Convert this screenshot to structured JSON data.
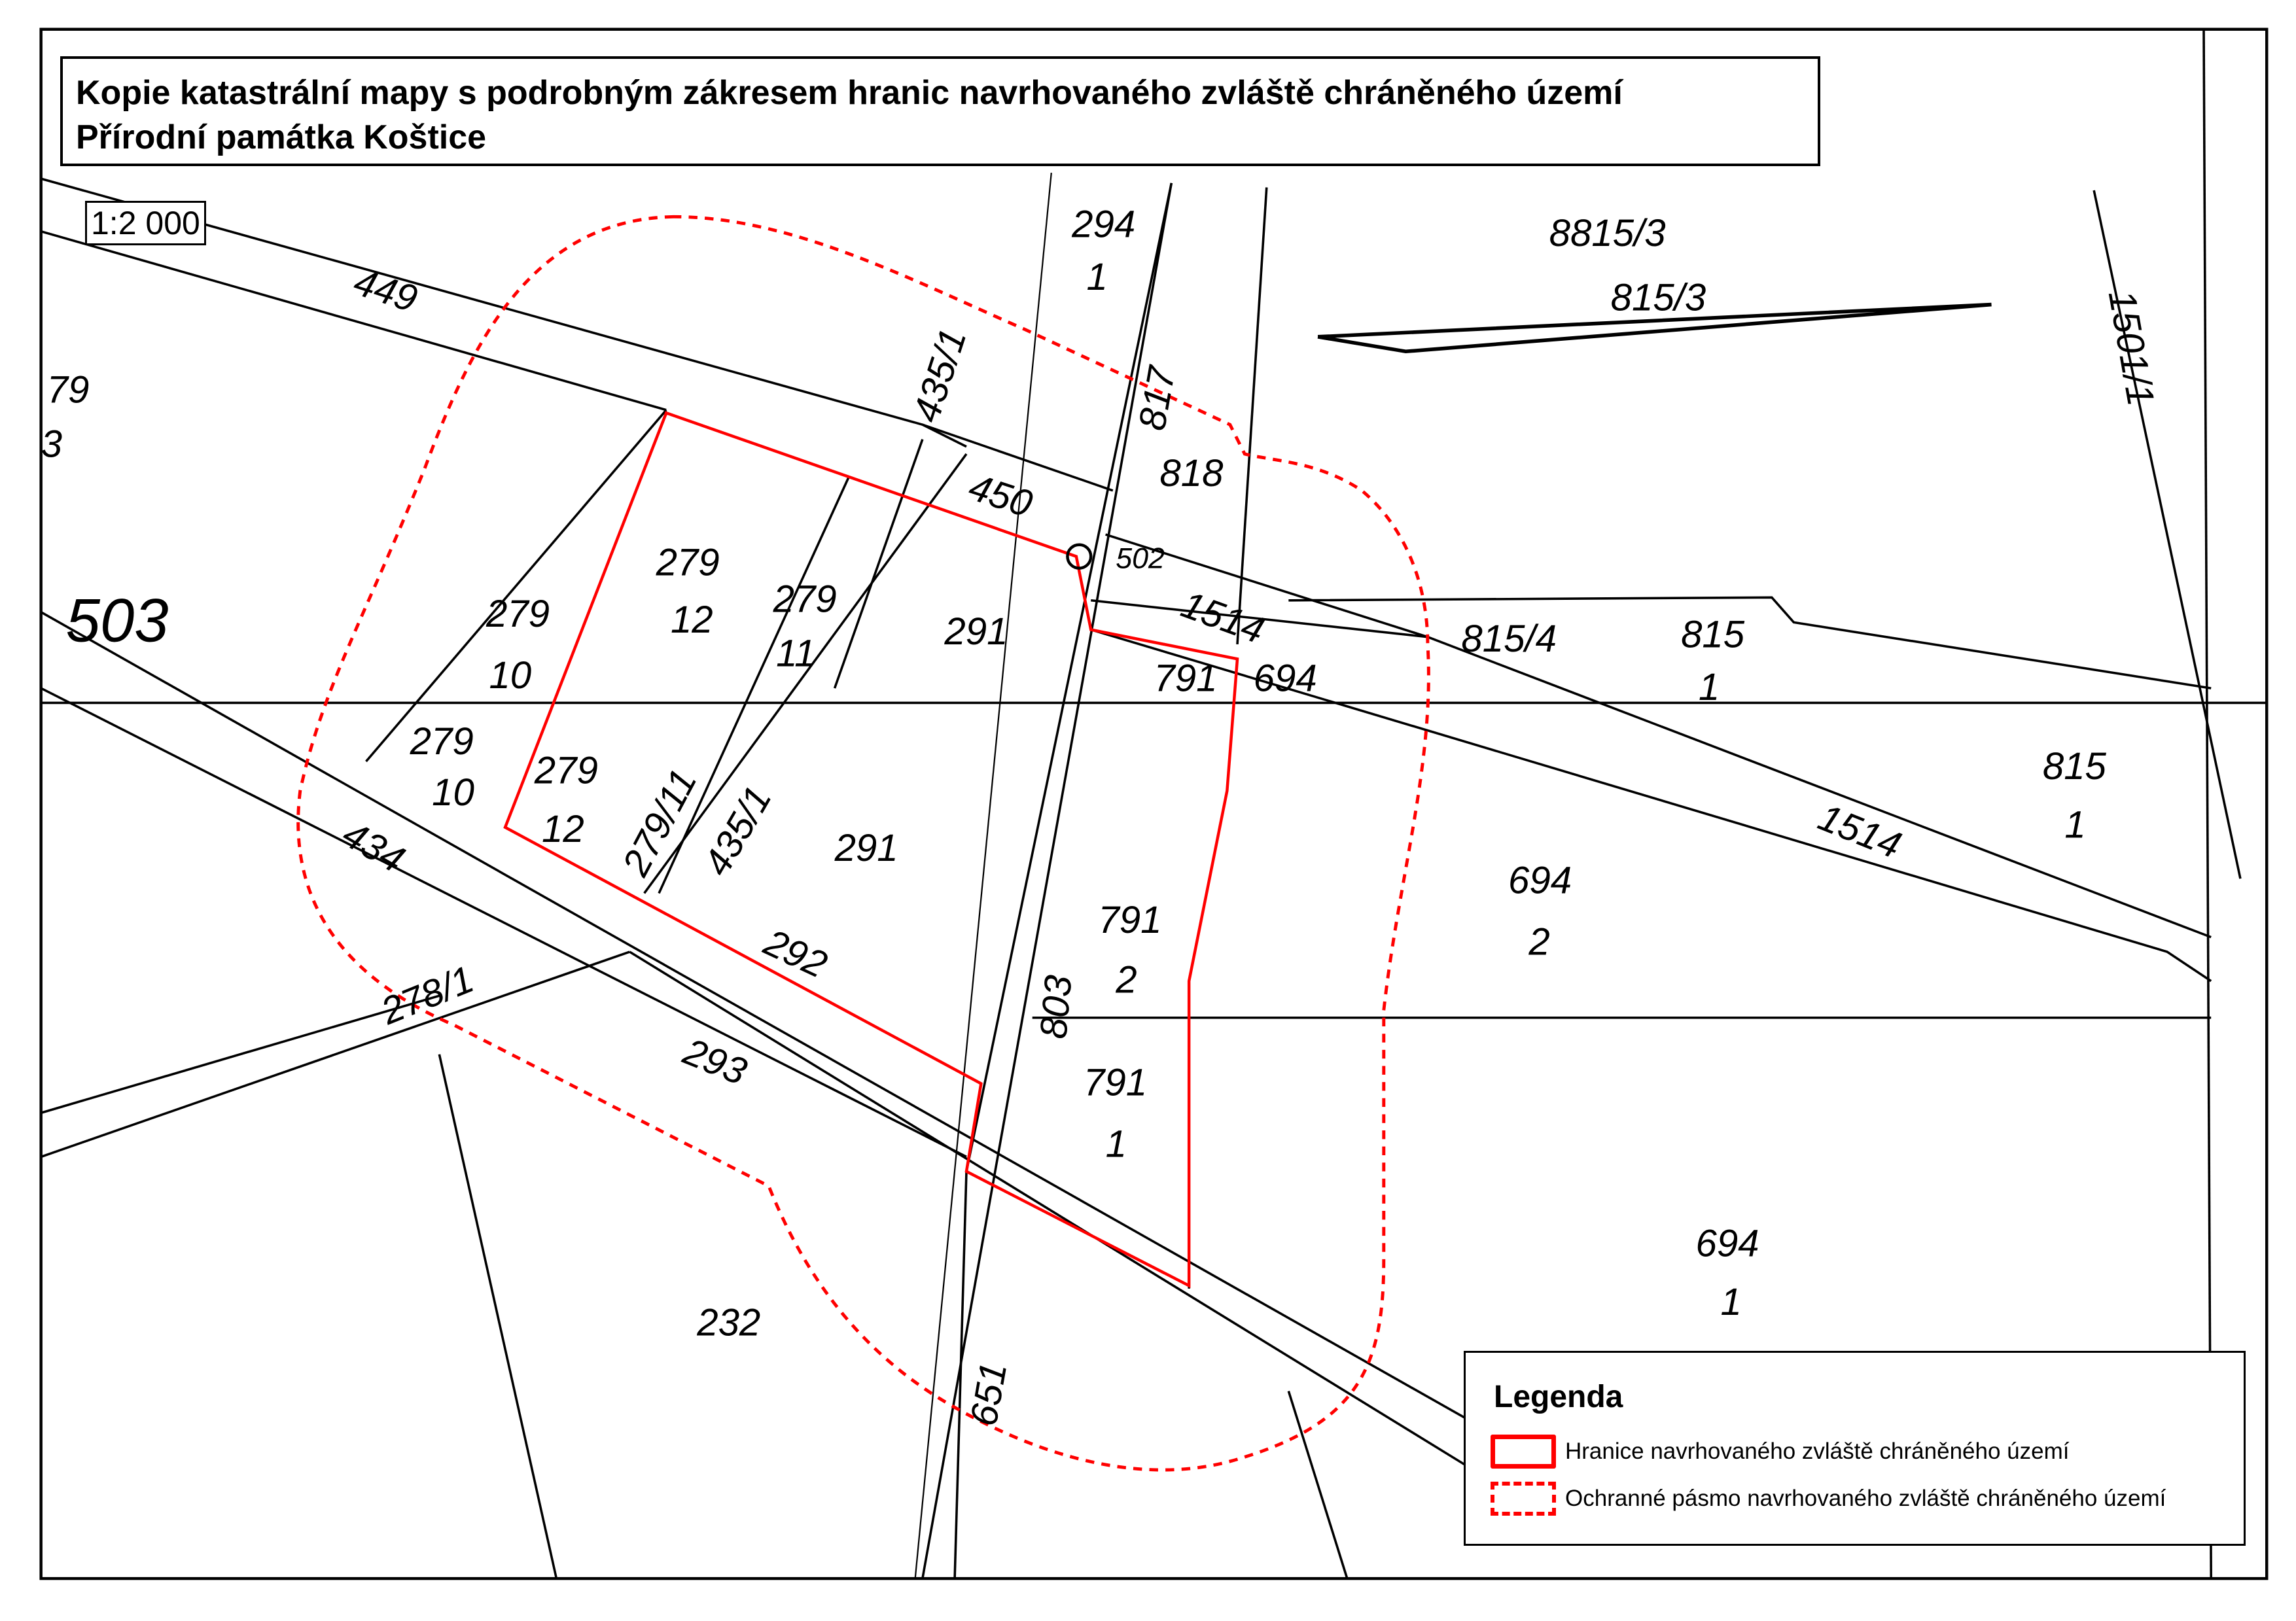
{
  "title": {
    "line1": "Kopie katastrální mapy s podrobným zákresem hranic navrhovaného zvláště chráněného území",
    "line2": "Přírodní památka Koštice"
  },
  "scale": "1:2 000",
  "legend": {
    "title": "Legenda",
    "items": [
      {
        "label": "Hranice navrhovaného zvláště chráněného území",
        "style": "solid",
        "color": "#ff0000"
      },
      {
        "label": "Ochranné pásmo navrhovaného zvláště chráněného území",
        "style": "dashed",
        "color": "#ff0000"
      }
    ]
  },
  "parcels": {
    "p449": "449",
    "p450": "450",
    "p503": "503",
    "p502": "502",
    "p294": "294",
    "p294b": "1",
    "p4351": "435/1",
    "p817": "817",
    "p818": "818",
    "p8153": "815/3",
    "p815x": "8815/3",
    "p15011": "1501/1",
    "p279_10a": "279",
    "p279_10b": "10",
    "p279_12a": "279",
    "p279_12b": "12",
    "p279_11a": "279",
    "p279_11b": "11",
    "p291a": "291",
    "p291b": "291",
    "p279_10c": "279",
    "p279_10d": "10",
    "p279_12c": "279",
    "p279_12d": "12",
    "p27911": "279/11",
    "p4351b": "435/1",
    "p434": "434",
    "p292": "292",
    "p293": "293",
    "p27811": "278/1",
    "p1514a": "1514",
    "p1514b": "1514",
    "p8154": "815/4",
    "p815_1a": "815",
    "p815_1b": "1",
    "p815_1c": "815",
    "p815_1d": "1",
    "p791": "791",
    "p694": "694",
    "p694_2a": "694",
    "p694_2b": "2",
    "p791_2a": "791",
    "p791_2b": "2",
    "p791_1a": "791",
    "p791_1b": "1",
    "p803": "803",
    "p651": "651",
    "p694_1a": "694",
    "p694_1b": "1",
    "p232": "232",
    "p279_3a": "79",
    "p279_3b": "3"
  }
}
